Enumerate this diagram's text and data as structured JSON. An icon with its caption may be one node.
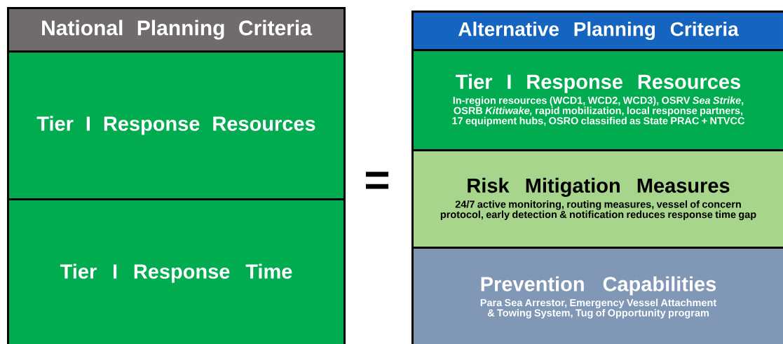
{
  "diagram": {
    "nodes": [
      {
        "text": [
          "National Planning Criteria"
        ]
      },
      {
        "text": [
          "Tier I Response Resources"
        ]
      },
      {
        "text": [
          "Tier I Response Time"
        ]
      },
      {
        "text": [
          "Alternative Planning Criteria"
        ]
      },
      {
        "text": [
          "Tier I Response Resources",
          "In-region resources (WCD1, WCD2, WCD3), OSRV *Sea Strike*, OSRB *Kittiwake,* rapid mobilization, local response partners, 17 equipment hubs, OSRO classified as State PRAC + NTVCC"
        ]
      },
      {
        "text": [
          "Risk Mitigation Measures",
          "24/7 active monitoring, routing measures, vessel of concern protocol, early detection & notification reduces response time gap"
        ]
      },
      {
        "text": [
          "Prevention Capabilities",
          "Para Sea Arrestor, Emergency Vessel Attachment & Towing System, Tug of Opportunity program"
        ]
      }
    ],
    "labels": [
      "="
    ]
  }
}
